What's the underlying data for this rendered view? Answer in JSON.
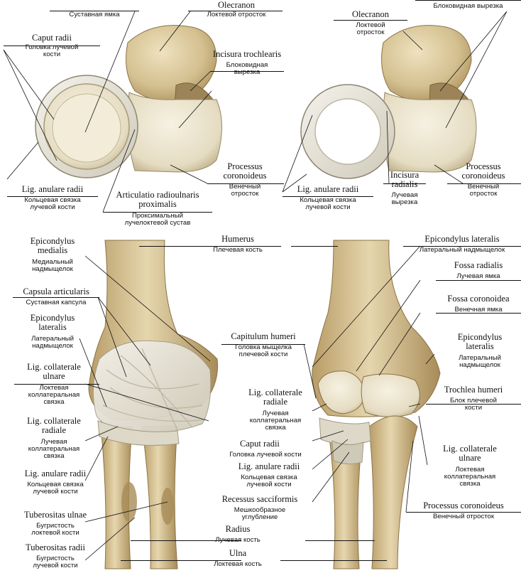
{
  "labels": {
    "fossa_articularis_ru": "Суставная ямка",
    "olecranon_a_lat": "Olecranon",
    "olecranon_a_ru": "Локтевой отросток",
    "caput_radii_a_lat": "Caput radii",
    "caput_radii_a_ru": "Головка лучевой кости",
    "incisura_trochlearis_a_lat": "Incisura trochlearis",
    "incisura_trochlearis_a_ru": "Блоковидная вырезка",
    "processus_coronoideus_a_lat": "Processus coronoideus",
    "processus_coronoideus_a_ru": "Венечный отросток",
    "lig_anulare_a_lat": "Lig. anulare radii",
    "lig_anulare_a_ru": "Кольцевая связка лучевой кости",
    "articulatio_lat": "Articulatio radioulnaris proximalis",
    "articulatio_ru": "Проксимальный лучелоктевой сустав",
    "incisura_trochlearis_b_ru": "Блоковидная вырезка",
    "olecranon_b_lat": "Olecranon",
    "olecranon_b_ru": "Локтевой отросток",
    "processus_coronoideus_b_lat": "Processus coronoideus",
    "processus_coronoideus_b_ru": "Венечный отросток",
    "lig_anulare_b_lat": "Lig. anulare radii",
    "lig_anulare_b_ru": "Кольцевая связка лучевой кости",
    "incisura_radialis_lat": "Incisura radialis",
    "incisura_radialis_ru": "Лучевая вырезка",
    "epicondylus_medialis_lat": "Epicondylus medialis",
    "epicondylus_medialis_ru": "Медиальный надмыщелок",
    "humerus_lat": "Humerus",
    "humerus_ru": "Плечевая кость",
    "capsula_lat": "Capsula articularis",
    "capsula_ru": "Суставная капсула",
    "epicondylus_lateralis_c_lat": "Epicondylus lateralis",
    "epicondylus_lateralis_c_ru": "Латеральный надмыщелок",
    "lig_coll_ulnare_c_lat": "Lig. collaterale ulnare",
    "lig_coll_ulnare_c_ru": "Локтевая коллатеральная связка",
    "lig_coll_radiale_c_lat": "Lig. collaterale radiale",
    "lig_coll_radiale_c_ru": "Лучевая коллатеральная связка",
    "lig_anulare_c_lat": "Lig. anulare radii",
    "lig_anulare_c_ru": "Кольцевая связка лучевой кости",
    "tuberositas_ulnae_lat": "Tuberositas ulnae",
    "tuberositas_ulnae_ru": "Бугристость локтевой кости",
    "tuberositas_radii_lat": "Tuberositas radii",
    "tuberositas_radii_ru": "Бугристость лучевой кости",
    "capitulum_lat": "Capitulum humeri",
    "capitulum_ru": "Головка мыщелка плечевой кости",
    "lig_coll_radiale_d_lat": "Lig. collaterale radiale",
    "lig_coll_radiale_d_ru": "Лучевая коллатеральная связка",
    "caput_radii_d_lat": "Caput radii",
    "caput_radii_d_ru": "Головка лучевой кости",
    "lig_anulare_d_lat": "Lig. anulare radii",
    "lig_anulare_d_ru": "Кольцевая связка лучевой кости",
    "recessus_lat": "Recessus sacciformis",
    "recessus_ru": "Мешкообразное углубление",
    "radius_lat": "Radius",
    "radius_ru": "Лучевая кость",
    "ulna_lat": "Ulna",
    "ulna_ru": "Локтевая кость",
    "epicondylus_lateralis_d_lat": "Epicondylus lateralis",
    "epicondylus_lateralis_d_ru": "Латеральный надмыщелок",
    "fossa_radialis_lat": "Fossa radialis",
    "fossa_radialis_ru": "Лучевая ямка",
    "fossa_coronoidea_lat": "Fossa coronoidea",
    "fossa_coronoidea_ru": "Венечная ямка",
    "epicondylus_lateralis_e_lat": "Epicondylus lateralis",
    "epicondylus_lateralis_e_ru": "Латеральный надмыщелок",
    "trochlea_lat": "Trochlea humeri",
    "trochlea_ru": "Блок плечевой кости",
    "lig_coll_ulnare_d_lat": "Lig. collaterale ulnare",
    "lig_coll_ulnare_d_ru": "Локтевая коллатеральная связка",
    "processus_coronoideus_c_lat": "Processus coronoideus",
    "processus_coronoideus_c_ru": "Венечный отросток"
  },
  "colors": {
    "bone": "#d9c8a0",
    "bone_dark": "#a68a55",
    "cartilage": "#efeadb",
    "ligament": "#e6e4dc",
    "line": "#111111"
  }
}
